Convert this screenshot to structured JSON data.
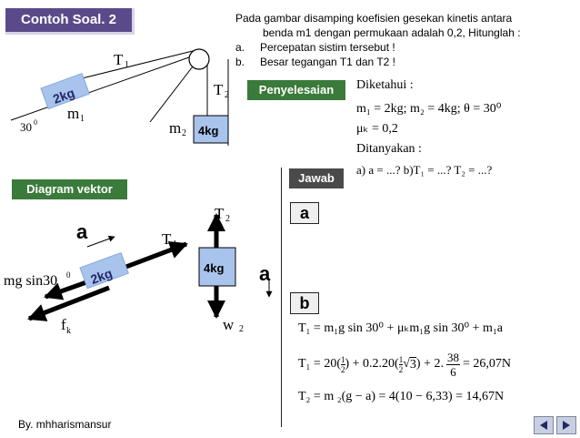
{
  "header": {
    "title": "Contoh Soal. 2"
  },
  "problem": {
    "intro_line1": "Pada gambar disamping koefisien gesekan kinetis antara",
    "intro_line2": "benda m1 dengan permukaan adalah 0,2, Hitunglah :",
    "item_a_label": "a.",
    "item_a": "Percepatan sistim tersebut !",
    "item_b_label": "b.",
    "item_b": "Besar tegangan T1 dan T2 !"
  },
  "figure_top": {
    "T1": "T",
    "T1_sub": "1",
    "T2": "T",
    "T2_sub": "2",
    "m1": "m",
    "m1_sub": "1",
    "m2": "m",
    "m2_sub": "2",
    "angle": "30",
    "angle_sup": "0",
    "block1_mass": "2kg",
    "block2_mass": "4kg"
  },
  "solution": {
    "label": "Penyelesaian",
    "known_title": "Diketahui :",
    "known_line1": "m₁ = 2kg; m₂ = 4kg; θ = 30⁰",
    "known_line2": "μₖ = 0,2",
    "asked_title": "Ditanyakan :",
    "asked_line": "a) a = ...?  b)T₁ = ...?  T₂ = ...?"
  },
  "vector_diagram": {
    "label": "Diagram vektor",
    "accel_left": "a",
    "accel_right": "a",
    "T1": "T",
    "T1_sub": "1",
    "T2": "T",
    "T2_sub": "2",
    "mgsin": "mg sin30",
    "mgsin_sup": "0",
    "fk": "f",
    "fk_sub": "k",
    "w2": "w",
    "w2_sub": "2",
    "block1_mass": "2kg",
    "block2_mass": "4kg"
  },
  "answer": {
    "label": "Jawab",
    "part_a": "a",
    "part_b": "b",
    "eq1": "T₁ = m₁g sin 30⁰ + μₖm₁g sin 30⁰ + m₁a",
    "eq2_left": "T₁ = 20(",
    "eq2_frac1_num": "1",
    "eq2_frac1_den": "2",
    "eq2_mid1": ") + 0.2.20(",
    "eq2_frac2_num": "1",
    "eq2_frac2_den": "2",
    "eq2_sqrt": "3",
    "eq2_mid2": ") + 2.",
    "eq2_frac3_num": "38",
    "eq2_frac3_den": "6",
    "eq2_right": "= 26,07N",
    "eq3": "T₂ = m ₂(g − a) = 4(10 − 6,33) = 14,67N"
  },
  "footer": {
    "author": "By. mhharismansur"
  },
  "colors": {
    "title_bg": "#5b4a8a",
    "green_bg": "#3a7a3a",
    "dark_bg": "#4a4a4a",
    "block_fill": "#a8c3ec",
    "block_text": "#22266a"
  }
}
